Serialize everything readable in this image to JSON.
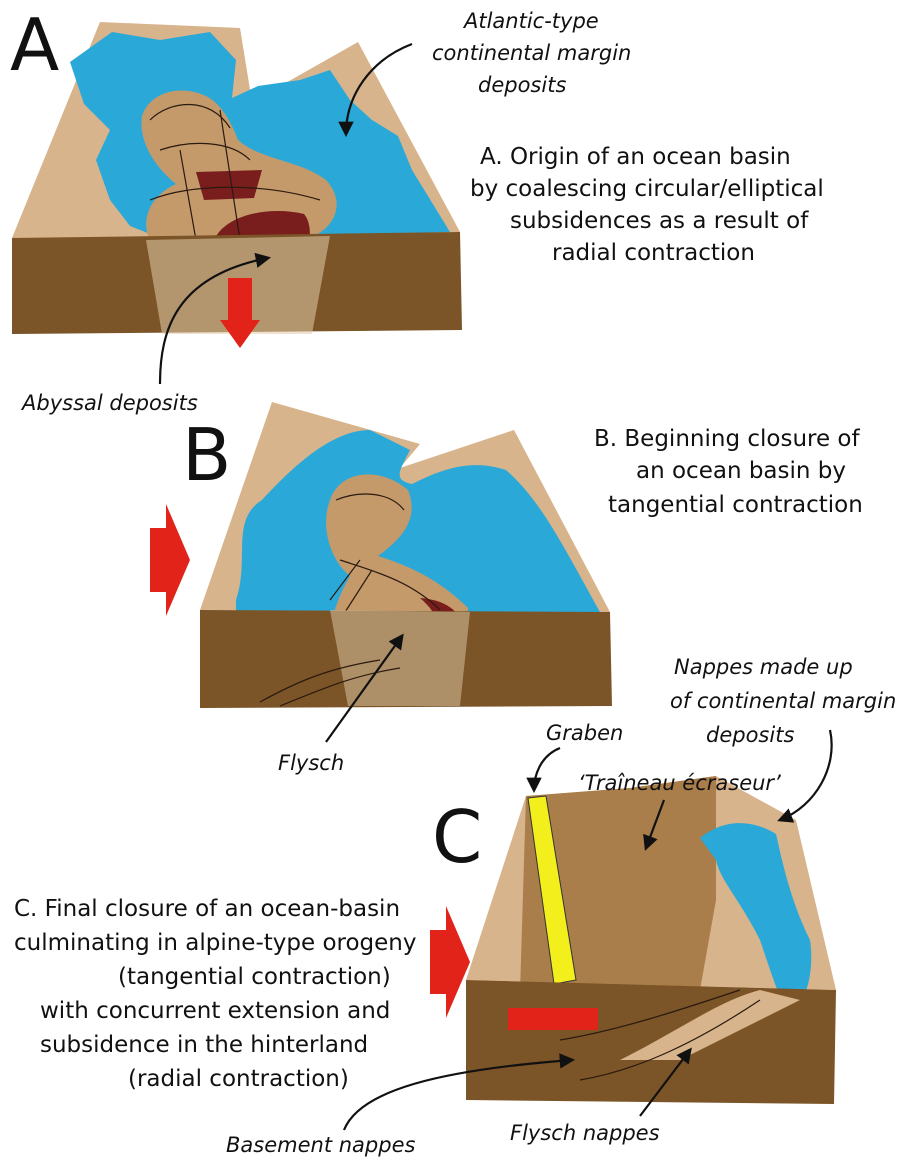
{
  "colors": {
    "earth_dark": "#7b5427",
    "earth_mid": "#a97e4a",
    "earth_light": "#d8b48c",
    "ocean": "#2aa8d8",
    "abyssal": "#7a1d1d",
    "arrow_red": "#e2231a",
    "graben_yellow": "#f2ef1c"
  },
  "panels": {
    "a": {
      "letter": "A",
      "caption": [
        "A.  Origin of an ocean basin",
        "by coalescing circular/elliptical",
        "subsidences as a result of",
        "radial contraction"
      ],
      "label_atlantic": [
        "Atlantic-type",
        "continental margin",
        "deposits"
      ],
      "label_abyssal": "Abyssal deposits"
    },
    "b": {
      "letter": "B",
      "caption": [
        "B.  Beginning closure of",
        "an ocean basin by",
        "tangential contraction"
      ],
      "label_flysch": "Flysch"
    },
    "c": {
      "letter": "C",
      "caption": [
        "C.  Final closure of an ocean-basin",
        "culminating in alpine-type orogeny",
        "(tangential contraction)",
        "with concurrent extension and",
        "subsidence in the hinterland",
        "(radial contraction)"
      ],
      "label_graben": "Graben",
      "label_nappes": [
        "Nappes made up",
        "of continental margin",
        "deposits"
      ],
      "label_traineau": "‘Traîneau écraseur’",
      "label_basement": "Basement nappes",
      "label_flysch_nappes": "Flysch nappes"
    }
  }
}
